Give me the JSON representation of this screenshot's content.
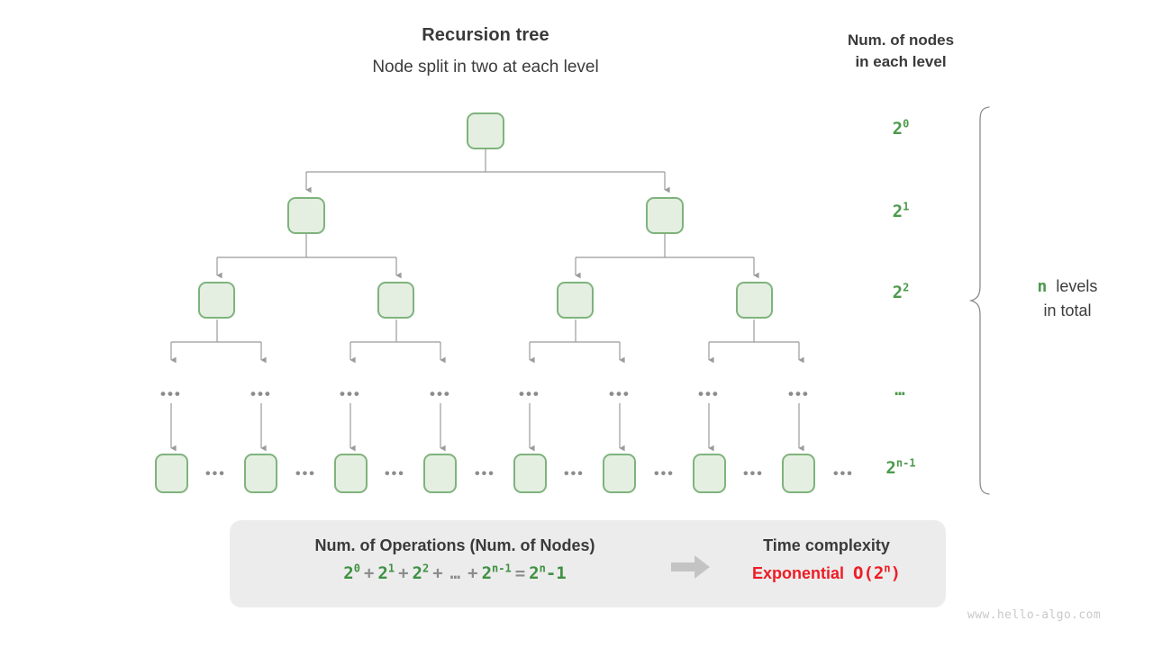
{
  "header": {
    "title": "Recursion tree",
    "subtitle": "Node split in two at each level",
    "column_heading_line1": "Num. of nodes",
    "column_heading_line2": "in each level"
  },
  "levels": [
    {
      "label_base": "2",
      "label_exp": "0",
      "node_count": 1
    },
    {
      "label_base": "2",
      "label_exp": "1",
      "node_count": 2
    },
    {
      "label_base": "2",
      "label_exp": "2",
      "node_count": 4
    },
    {
      "label_base": "…",
      "label_exp": "",
      "node_count": 8
    },
    {
      "label_base": "2",
      "label_exp": "n-1",
      "node_count": 8
    }
  ],
  "tree": {
    "ellipsis": "•••",
    "leaf_gap_ellipsis": "•••",
    "node_fill": "#e4efe2",
    "node_border": "#7fb37c",
    "wire_color": "#9b9b9b"
  },
  "total": {
    "variable": "n",
    "text_line1": "levels",
    "text_line2": "in total"
  },
  "summary": {
    "operations_heading": "Num. of Operations (Num. of Nodes)",
    "formula": {
      "terms": [
        {
          "base": "2",
          "exp": "0"
        },
        {
          "op": "+"
        },
        {
          "base": "2",
          "exp": "1"
        },
        {
          "op": "+"
        },
        {
          "base": "2",
          "exp": "2"
        },
        {
          "op": "+"
        },
        {
          "op": "…"
        },
        {
          "op": "+"
        },
        {
          "base": "2",
          "exp": "n-1"
        },
        {
          "op": "="
        },
        {
          "base": "2",
          "exp": "n",
          "suffix": "-1"
        }
      ]
    },
    "complexity_heading": "Time complexity",
    "complexity_name": "Exponential",
    "complexity_big_o_base": "O(2",
    "complexity_big_o_exp": "n",
    "complexity_big_o_tail": ")",
    "arrow_icon": "right-arrow-icon",
    "accent_green": "#3f9142",
    "accent_red": "#ee1c25",
    "box_bg": "#ececec"
  },
  "watermark": "www.hello-algo.com"
}
